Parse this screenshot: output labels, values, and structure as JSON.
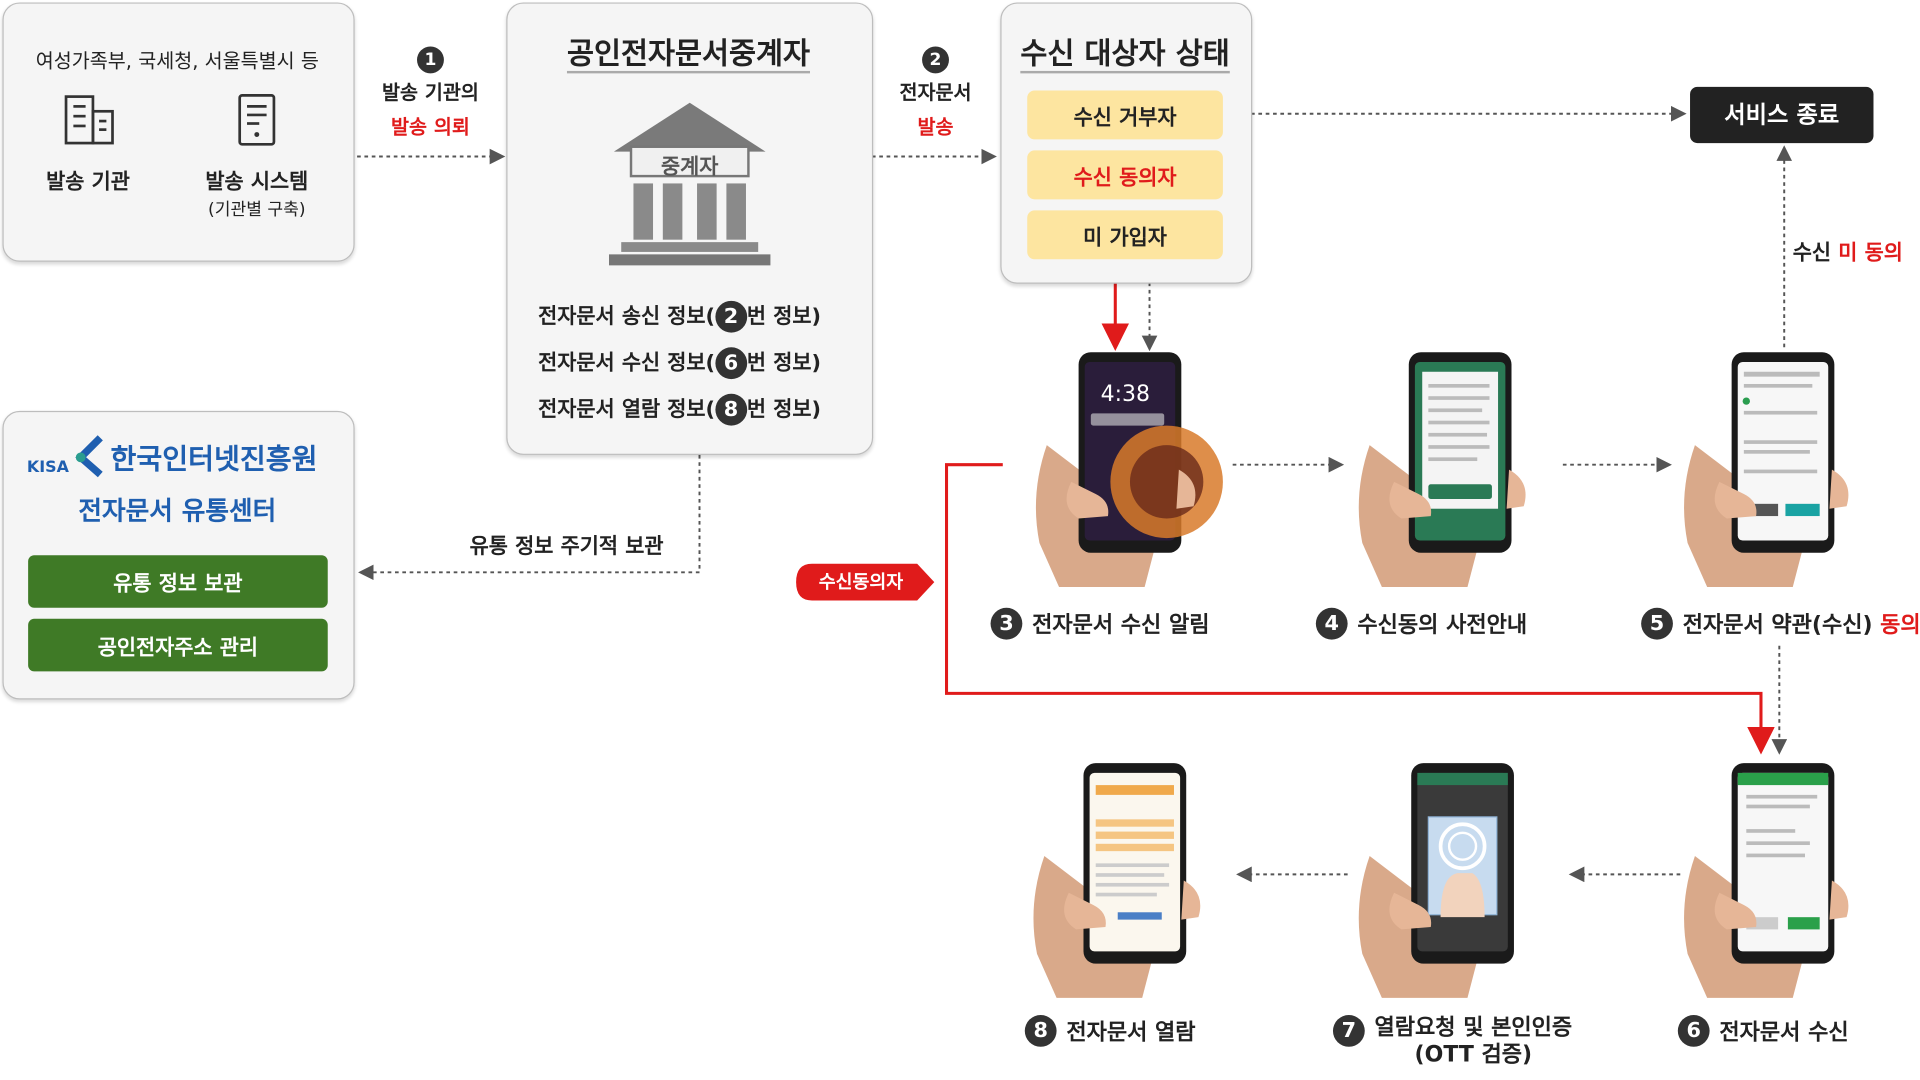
{
  "senders": {
    "orgs": "여성가족부, 국세청, 서울특별시 등",
    "sender_org_label": "발송 기관",
    "sender_system_label": "발송 시스템",
    "sender_system_sub": "(기관별 구축)"
  },
  "flow1": {
    "num": "1",
    "line1": "발송 기관의",
    "line2": "발송 의뢰"
  },
  "broker": {
    "title": "공인전자문서중계자",
    "sign": "중계자",
    "info": [
      {
        "pre": "전자문서 송신 정보(",
        "num": "2",
        "post": "번 정보)"
      },
      {
        "pre": "전자문서 수신 정보(",
        "num": "6",
        "post": "번 정보)"
      },
      {
        "pre": "전자문서 열람 정보(",
        "num": "8",
        "post": "번 정보)"
      }
    ]
  },
  "flow2": {
    "num": "2",
    "line1": "전자문서",
    "line2": "발송"
  },
  "recipient": {
    "title": "수신 대상자 상태",
    "refuser": "수신 거부자",
    "consenter": "수신 동의자",
    "nonmember": "미 가입자"
  },
  "service_end": "서비스 종료",
  "no_consent": {
    "pre": "수신 ",
    "red": "미 동의"
  },
  "kisa": {
    "logo_text": "KISA",
    "org_name": "한국인터넷진흥원",
    "center": "전자문서 유통센터",
    "btn_store": "유통 정보 보관",
    "btn_address": "공인전자주소 관리"
  },
  "storage_label": "유통 정보 주기적 보관",
  "consenter_tag": "수신동의자",
  "steps": {
    "s3": {
      "num": "3",
      "label": "전자문서 수신 알림"
    },
    "s4": {
      "num": "4",
      "label": "수신동의 사전안내"
    },
    "s5": {
      "num": "5",
      "label": "전자문서 약관(수신) ",
      "red": "동의"
    },
    "s6": {
      "num": "6",
      "label": "전자문서 수신"
    },
    "s7": {
      "num": "7",
      "label": "열람요청 및 본인인증",
      "sub": "(OTT 검증)"
    },
    "s8": {
      "num": "8",
      "label": "전자문서 열람"
    }
  },
  "phone3": {
    "time": "4:38"
  },
  "colors": {
    "accent_red": "#e01b1b",
    "pill_yellow": "#fde5a0",
    "green": "#3f7a26",
    "dark": "#222222",
    "kisa_blue": "#1f5fb0"
  }
}
